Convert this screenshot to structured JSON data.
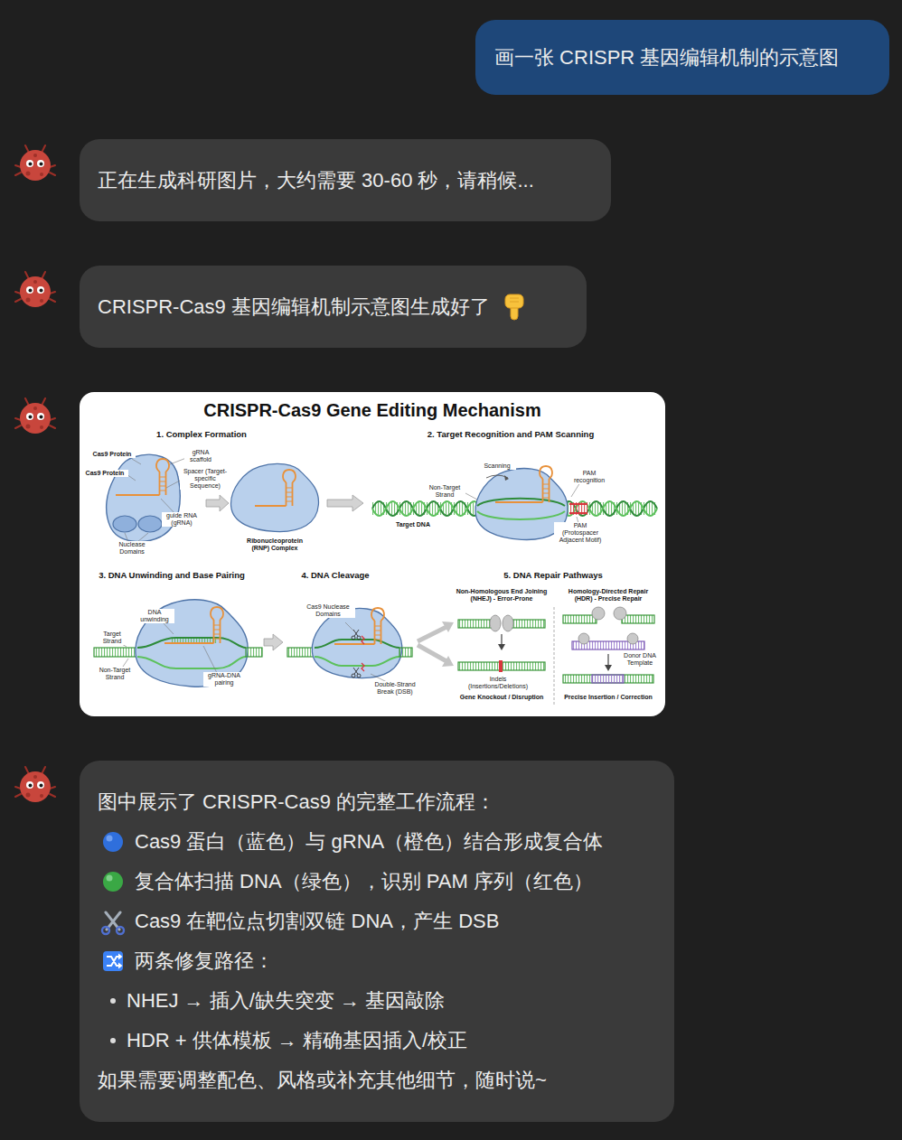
{
  "diagram": {
    "nodes": [
      {
        "text": [
          "画一张 CRISPR 基因编辑机制的示意图"
        ]
      },
      {
        "text": [
          "正在生成科研图片，大约需要 30-60 秒，请稍候..."
        ]
      },
      {
        "text": [
          "CRISPR-Cas9 基因编辑机制示意图生成好了"
        ]
      },
      {
        "text": [
          "CRISPR-Cas9 Gene Editing Mechanism"
        ]
      },
      {
        "text": [
          "图中展示了 CRISPR-Cas9 的完整工作流程：",
          "Cas9 蛋白（蓝色）与 gRNA（橙色）结合形成复合体",
          "复合体扫描 DNA（绿色），识别 PAM 序列（红色）",
          "Cas9 在靶位点切割双链 DNA，产生 DSB",
          "两条修复路径：",
          "NHEJ → 插入/缺失突变 → 基因敲除",
          "HDR + 供体模板 → 精确基因插入/校正",
          "如果需要调整配色、风格或补充其他细节，随时说~"
        ]
      }
    ],
    "labels": [
      "1. Complex Formation",
      "2. Target Recognition and PAM Scanning",
      "Cas9 Protein",
      "Cas9 Protein",
      "gRNA scaffold",
      "Spacer (Target-specific Sequence)",
      "guide RNA (gRNA)",
      "Nuclease Domains",
      "Ribonucleoprotein (RNP) Complex",
      "Scanning",
      "Non-Target Strand",
      "Target DNA",
      "PAM recognition",
      "PAM (Protospacer Adjacent Motif)",
      "3. DNA Unwinding and Base Pairing",
      "4. DNA Cleavage",
      "5. DNA Repair Pathways",
      "DNA unwinding",
      "Target Strand",
      "Non-Target Strand",
      "gRNA-DNA pairing",
      "Cas9 Nuclease Domains",
      "Double-Strand Break (DSB)",
      "Non-Homologous End Joining (NHEJ) - Error-Prone",
      "Homology-Directed Repair (HDR) - Precise Repair",
      "Indels (Insertions/Deletions)",
      "Gene Knockout / Disruption",
      "Donor DNA Template",
      "Precise Insertion / Correction"
    ]
  }
}
